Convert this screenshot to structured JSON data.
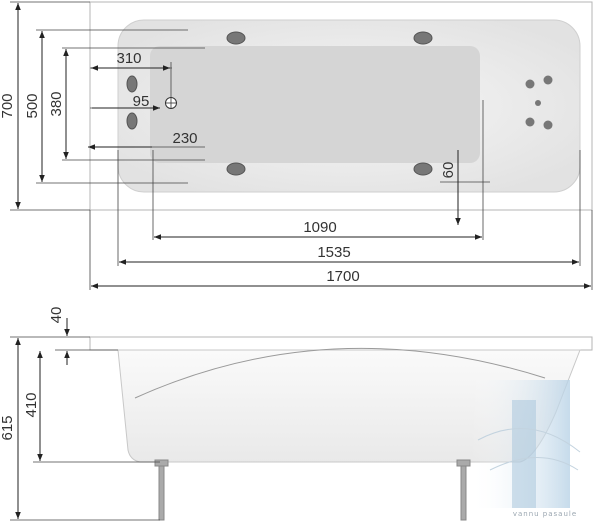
{
  "top_view": {
    "overall_length": "1700",
    "outer_rim_length": "1535",
    "inner_bottom_length": "1090",
    "overall_width": "700",
    "outer_rim_width": "500",
    "inner_width": "380",
    "drain_offset_x": "310",
    "drain_diameter": "95",
    "drain_offset_y": "230",
    "nozzle_offset": "60"
  },
  "side_view": {
    "rim_thickness": "40",
    "tub_depth": "410",
    "total_height": "615"
  },
  "watermark": {
    "text": "vannu pasaule",
    "color": "#9aa6b0"
  }
}
